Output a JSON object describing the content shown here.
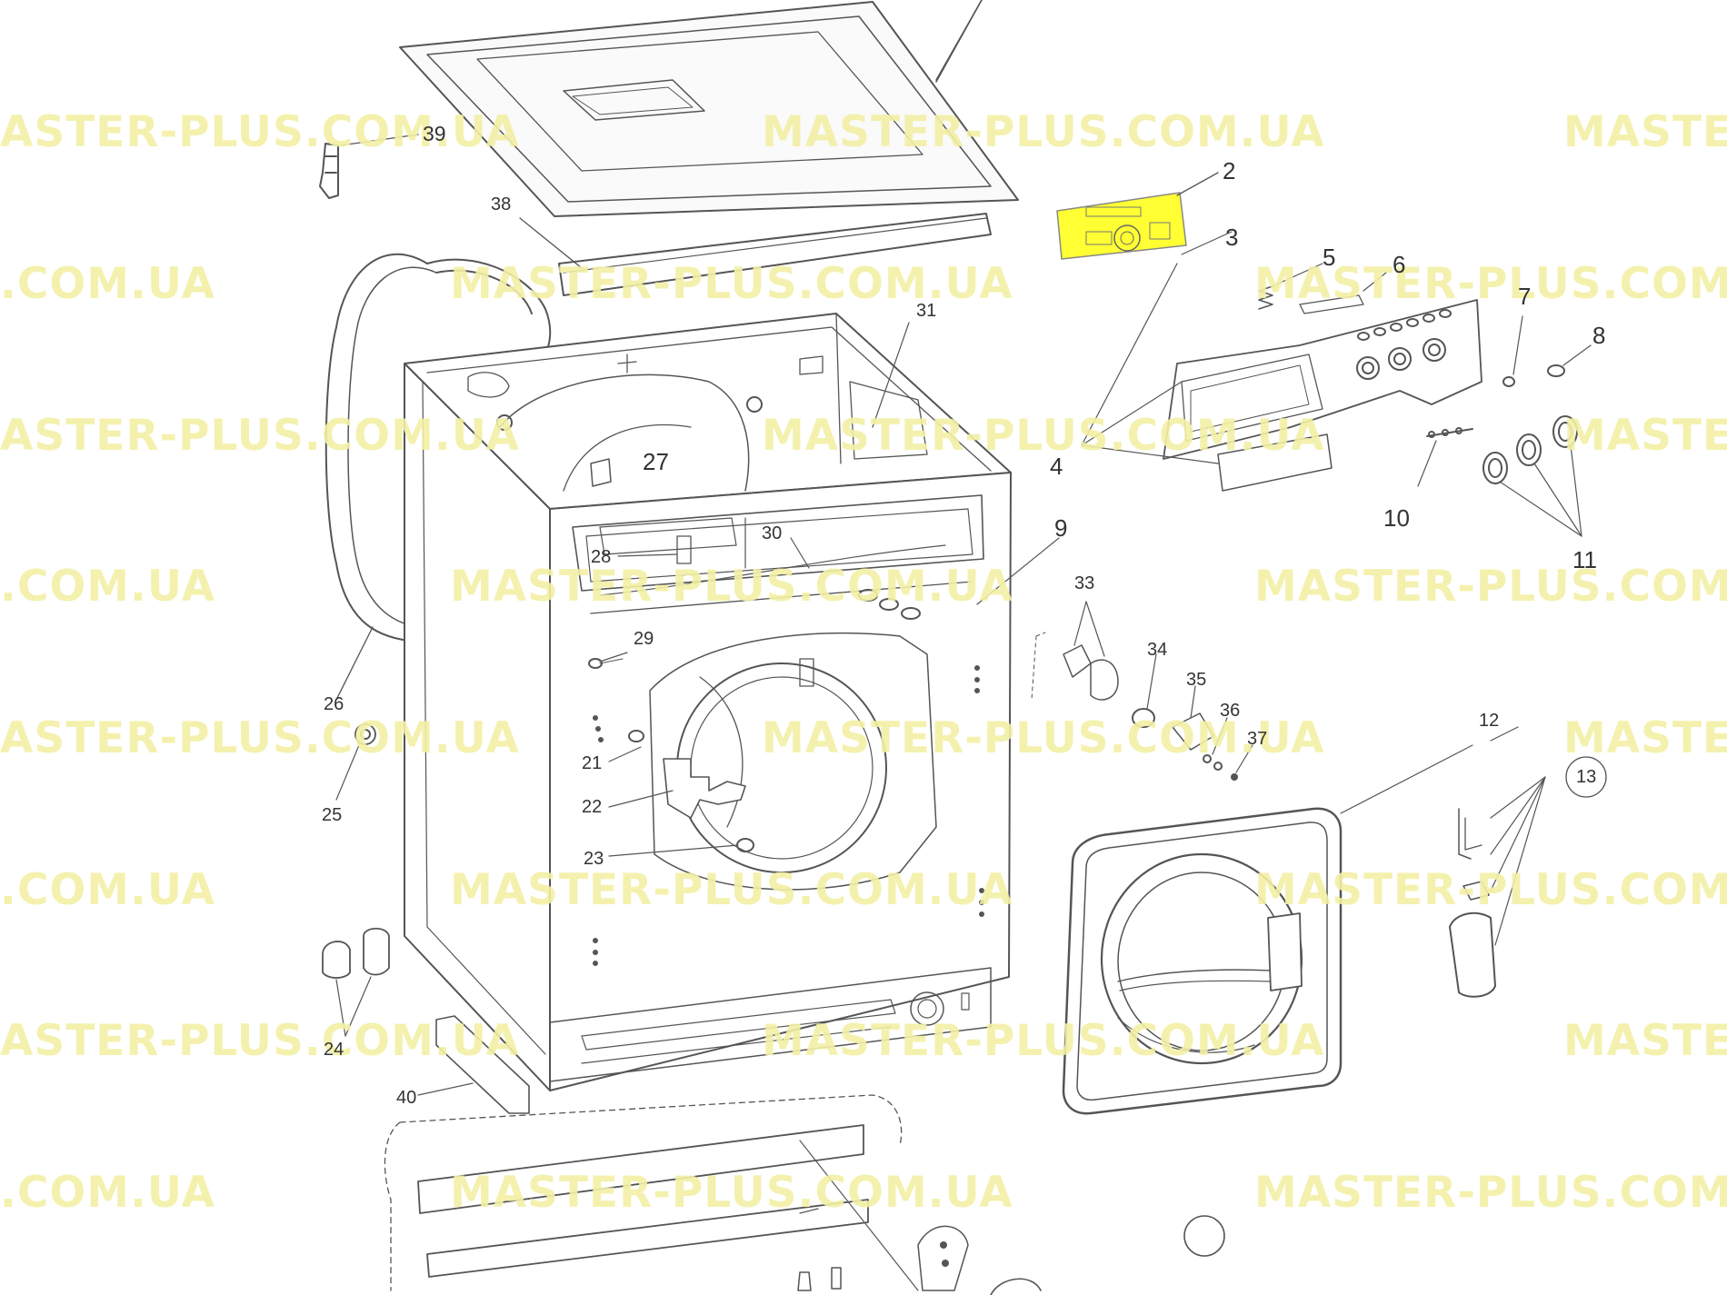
{
  "diagram": {
    "watermark_text": "MASTER-PLUS.COM.UA",
    "watermark_partial_left": "ASTER-PLUS.COM.UA",
    "watermark_partial_left2": ".COM.UA",
    "watermark_partial_right": "MASTE",
    "watermark_partial_right2": "MASTER-PLUS.COM",
    "highlight_color": "#ffff44",
    "line_color": "#555555",
    "callouts": [
      "39",
      "38",
      "2",
      "3",
      "5",
      "6",
      "7",
      "8",
      "4",
      "10",
      "11",
      "31",
      "27",
      "28",
      "30",
      "9",
      "33",
      "34",
      "35",
      "36",
      "37",
      "29",
      "26",
      "25",
      "21",
      "22",
      "23",
      "12",
      "13",
      "24",
      "40"
    ]
  }
}
